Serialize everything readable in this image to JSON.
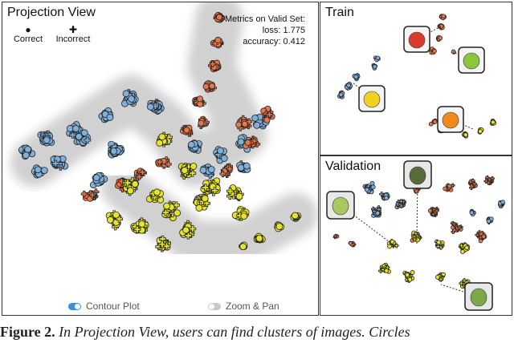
{
  "projection": {
    "title": "Projection View",
    "legend": {
      "correct_label": "Correct",
      "incorrect_label": "Incorrect",
      "correct_symbol": "●",
      "incorrect_symbol": "✚"
    },
    "metrics": {
      "heading": "Metrics on Valid Set:",
      "loss": "loss: 1.775",
      "accuracy": "accuracy: 0.412"
    },
    "controls": {
      "contour": "Contour Plot",
      "zoom": "Zoom & Pan",
      "contour_on": true,
      "zoom_on": false
    }
  },
  "train": {
    "title": "Train"
  },
  "validation": {
    "title": "Validation"
  },
  "caption": {
    "prefix": "Figure 2.",
    "text": " In Projection View, users can find clusters of images. Circles"
  },
  "colors": {
    "blue": "#7fb0d9",
    "orange": "#e8774a",
    "yellow": "#e5e32a",
    "outline": "#222222",
    "accent": "#3b8fd8"
  },
  "icons": [
    "apple-icon",
    "green-apple-icon",
    "banana-icon",
    "orange-icon",
    "lime-icon",
    "banana-bunch-icon"
  ]
}
